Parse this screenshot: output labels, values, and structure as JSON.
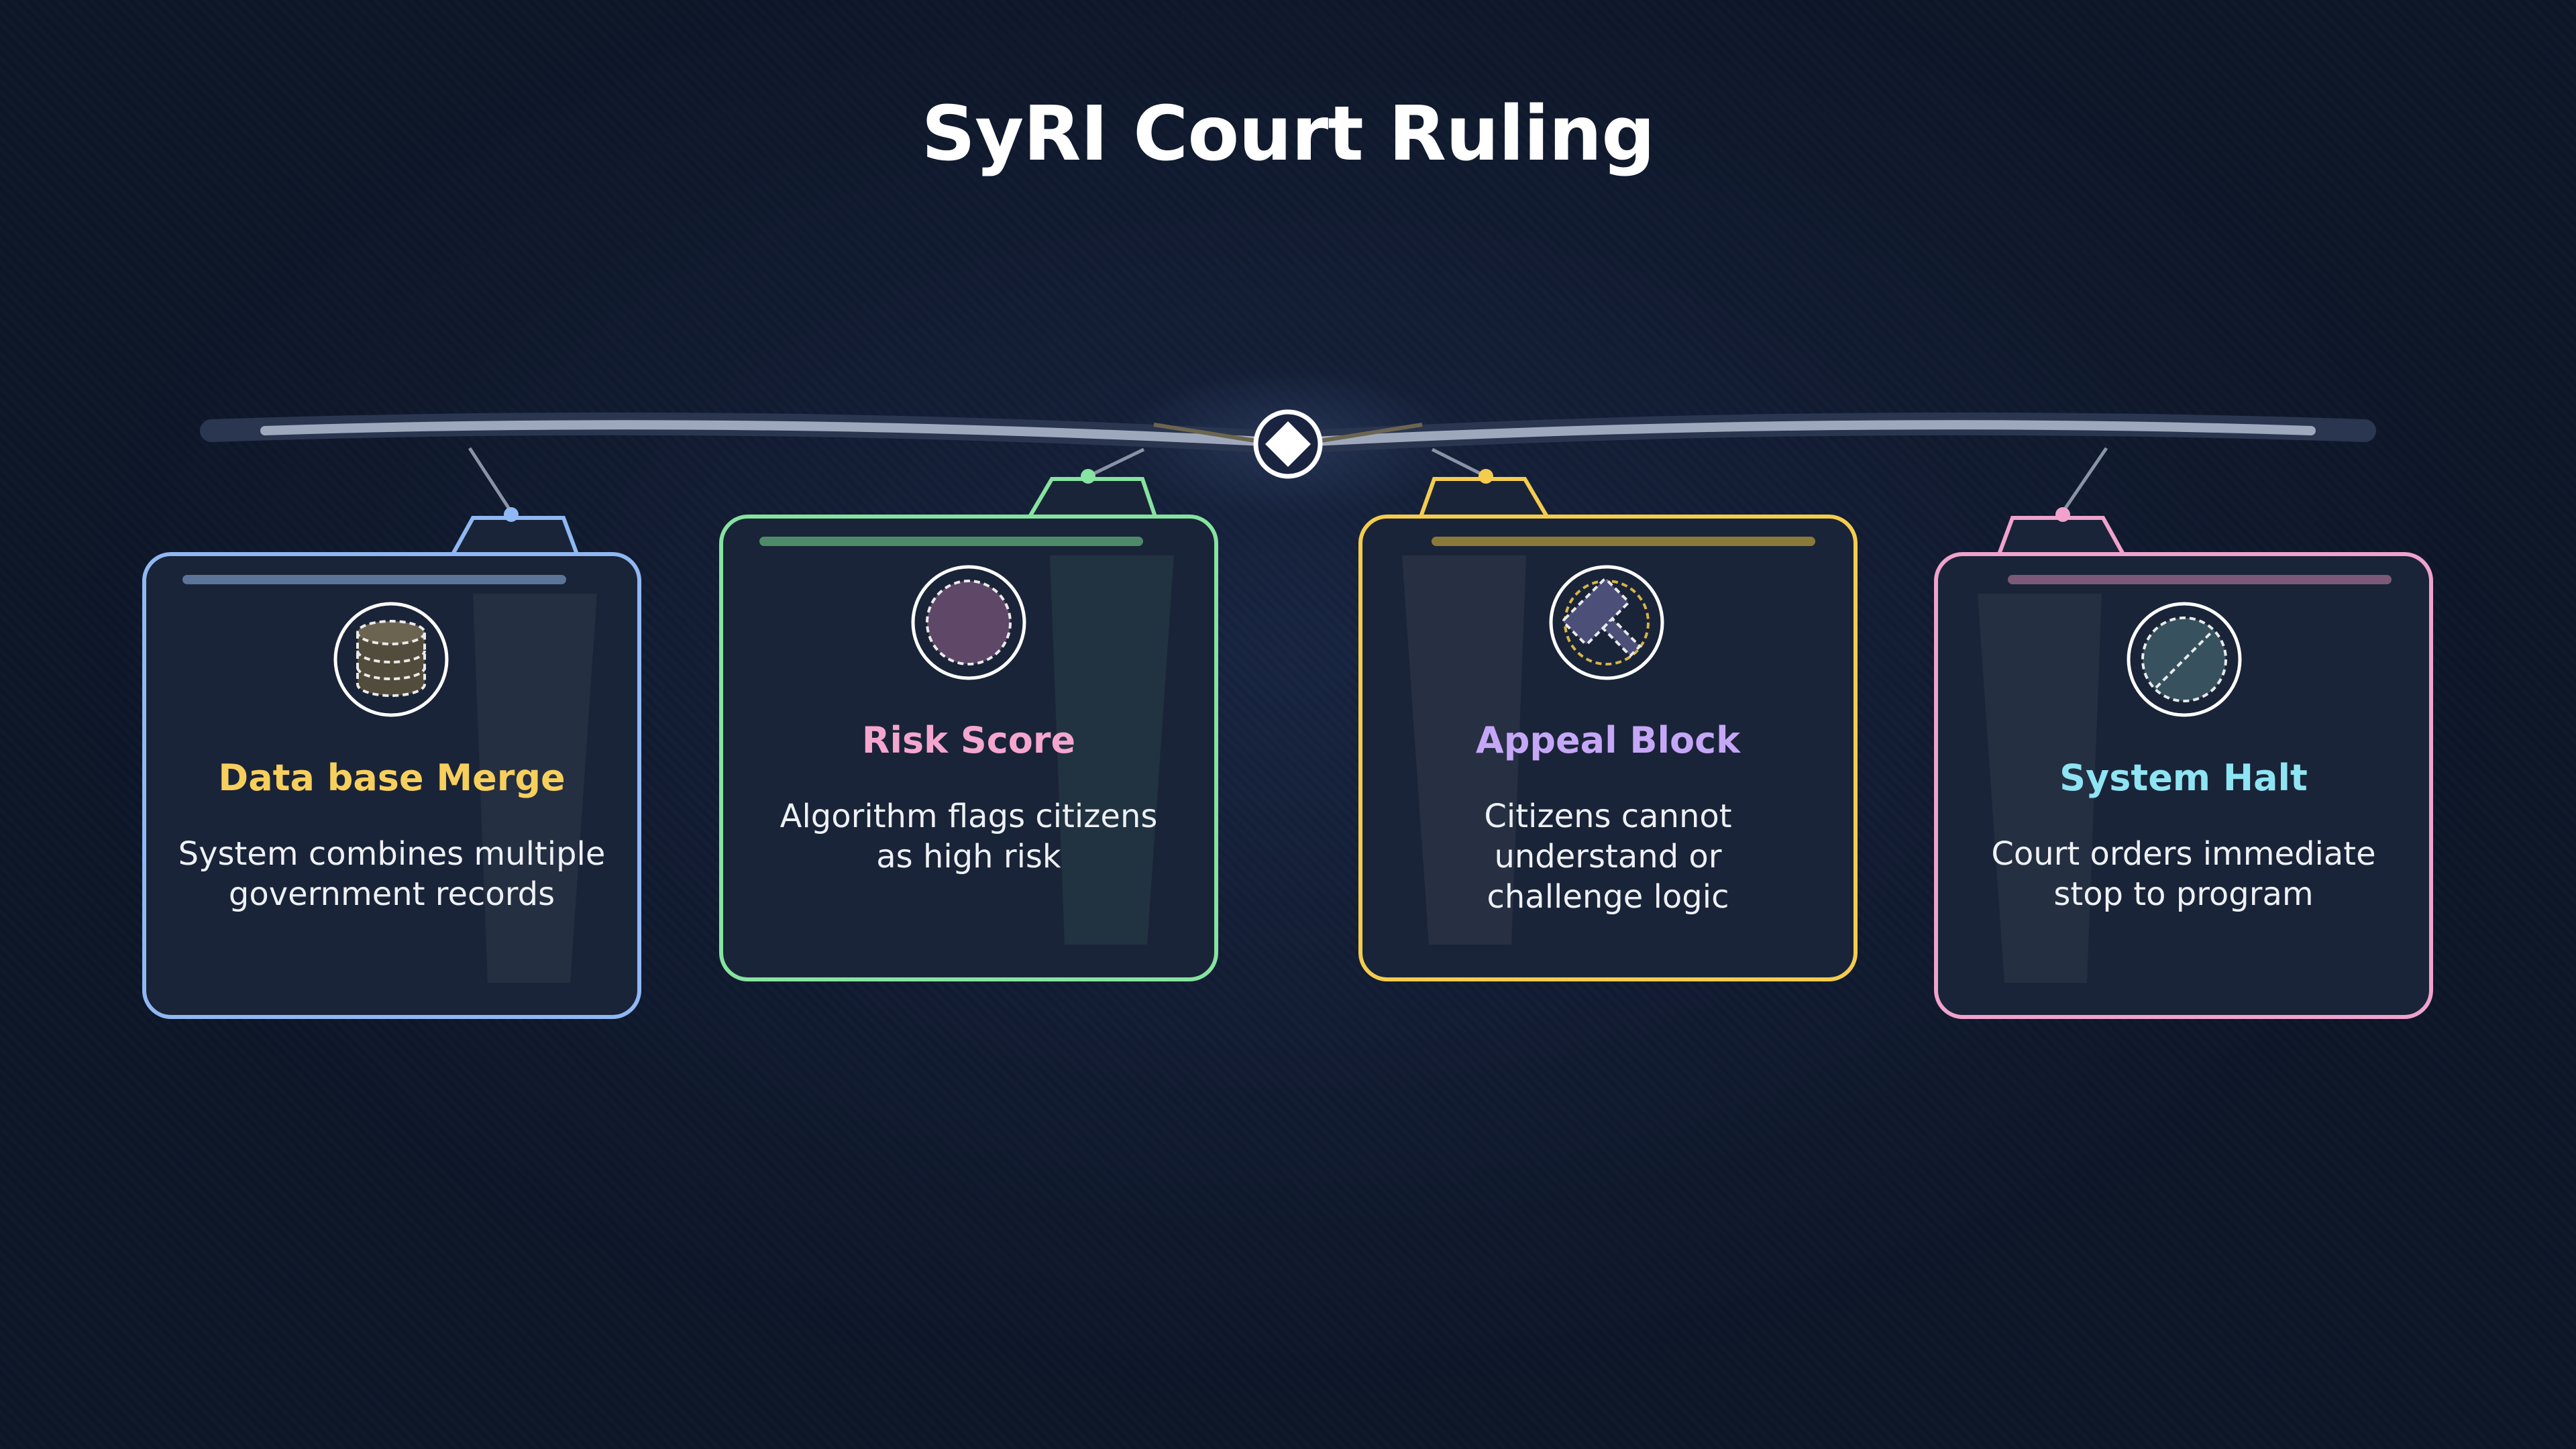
{
  "title": "SyRI Court Ruling",
  "colors": {
    "background": "#101a30",
    "card_fill": "#1a2438",
    "beam": "#8e98ad"
  },
  "cards": [
    {
      "title": "Data base Merge",
      "desc_lines": [
        "System combines multiple",
        "government records"
      ],
      "border_color": "#8fb8f2",
      "title_color": "#f7cf5c",
      "icon": "database-icon"
    },
    {
      "title": "Risk Score",
      "desc_lines": [
        "Algorithm flags citizens",
        "as high risk"
      ],
      "border_color": "#86e3a0",
      "title_color": "#f4a6cf",
      "icon": "risk-circle-icon"
    },
    {
      "title": "Appeal Block",
      "desc_lines": [
        "Citizens cannot",
        "understand or",
        "challenge logic"
      ],
      "border_color": "#f4cc4e",
      "title_color": "#c6a7f7",
      "icon": "gavel-icon"
    },
    {
      "title": "System Halt",
      "desc_lines": [
        "Court orders immediate",
        "stop to program"
      ],
      "border_color": "#f0a2cd",
      "title_color": "#8ee4f2",
      "icon": "stop-slash-icon"
    }
  ]
}
